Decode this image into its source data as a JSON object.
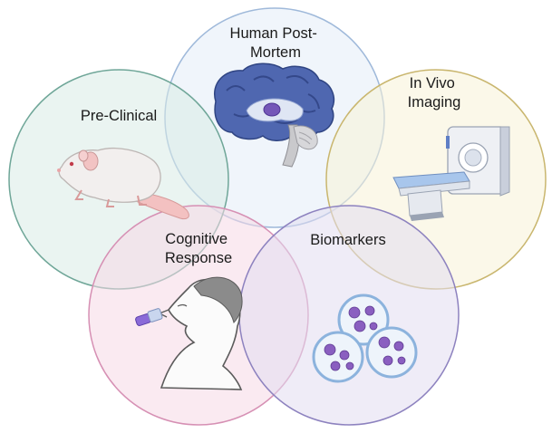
{
  "diagram": {
    "regions": [
      {
        "id": "human-post-mortem",
        "lines": [
          "Human Post-",
          "Mortem"
        ],
        "fill": "#e4ecf7",
        "stroke": "#9fb9da",
        "icon": "brain-icon"
      },
      {
        "id": "pre-clinical",
        "lines": [
          "Pre-Clinical"
        ],
        "fill": "#d9ebe6",
        "stroke": "#6fa698",
        "icon": "rat-icon"
      },
      {
        "id": "in-vivo-imaging",
        "lines": [
          "In Vivo",
          "Imaging"
        ],
        "fill": "#f8f2d7",
        "stroke": "#c9b66e",
        "icon": "mri-scanner-icon"
      },
      {
        "id": "cognitive-response",
        "lines": [
          "Cognitive",
          "Response"
        ],
        "fill": "#f5d8e6",
        "stroke": "#d690b4",
        "icon": "human-head-inhaler-icon"
      },
      {
        "id": "biomarkers",
        "lines": [
          "Biomarkers"
        ],
        "fill": "#e2ddf1",
        "stroke": "#8d82bf",
        "icon": "cell-culture-dishes-icon"
      }
    ]
  }
}
